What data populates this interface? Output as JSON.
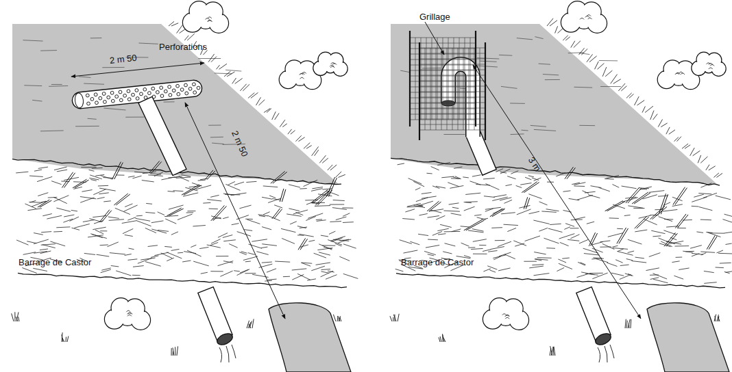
{
  "diagram": {
    "labels": [
      "Perforations",
      "2 m 50",
      "2 m 50",
      "Barrage de Castor",
      "Grillage",
      "3 m",
      "Barrage de Castor"
    ]
  }
}
